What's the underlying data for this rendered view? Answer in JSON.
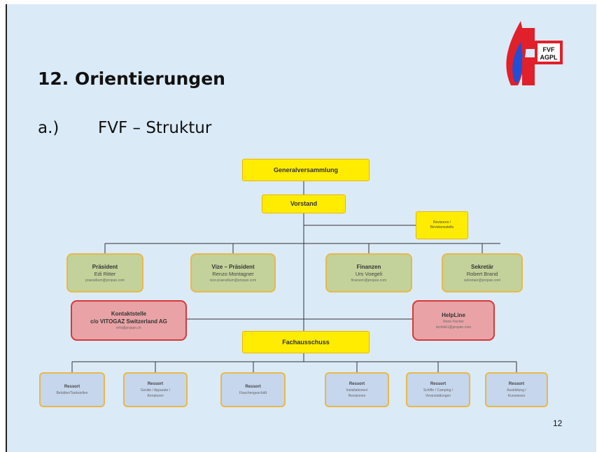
{
  "slide": {
    "title": "12. Orientierungen",
    "subtitle_label": "a.)",
    "subtitle_text": "FVF – Struktur",
    "page_number": "12"
  },
  "logo": {
    "text_line1": "FVF",
    "text_line2": "AGPL"
  },
  "org": {
    "generalversammlung": "Generalversammlung",
    "vorstand": "Vorstand",
    "revisoren_line1": "Revisoren /",
    "revisoren_line2": "Revisionsstelle",
    "praesident": {
      "role": "Präsident",
      "name": "Edi Ritter",
      "email": "praesidium@propan.com"
    },
    "vize": {
      "role": "Vize – Präsident",
      "name": "Renzo Montagner",
      "email": "vize-praesidium@propan.com"
    },
    "finanzen": {
      "role": "Finanzen",
      "name": "Urs Voegeli",
      "email": "finanzen@propan.com"
    },
    "sekretaer": {
      "role": "Sekretär",
      "name": "Robert Brand",
      "email": "sekretaer@propan.com"
    },
    "kontakt": {
      "role_line1": "Kontaktstelle",
      "role_line2": "c/o VITOGAZ Switzerland AG",
      "email": "info@propan.ch"
    },
    "helpline": {
      "role": "HelpLine",
      "name": "René Fischer",
      "email": "technik1@propan.com"
    },
    "fachausschuss": "Fachausschuss",
    "ressorts": [
      {
        "label": "Ressort",
        "line1": "Behälter/Tankstellen",
        "line2": ""
      },
      {
        "label": "Ressort",
        "line1": "Geräte / Apparate /",
        "line2": "Armaturen"
      },
      {
        "label": "Ressort",
        "line1": "Flaschengeschäft",
        "line2": ""
      },
      {
        "label": "Ressort",
        "line1": "Installationen/",
        "line2": "Revisionen"
      },
      {
        "label": "Ressort",
        "line1": "Schiffe / Camping /",
        "line2": "Veranstaltungen"
      },
      {
        "label": "Ressort",
        "line1": "Ausbildung /",
        "line2": "Kurswesen"
      }
    ]
  },
  "colors": {
    "background": "#dbeaf7",
    "yellow_box": "#ffec00",
    "green_box": "#c2d29a",
    "red_box": "#e9a3a6",
    "blue_box": "#c6d6ec",
    "logo_red": "#e0202a",
    "logo_blue": "#1f4fd8"
  }
}
